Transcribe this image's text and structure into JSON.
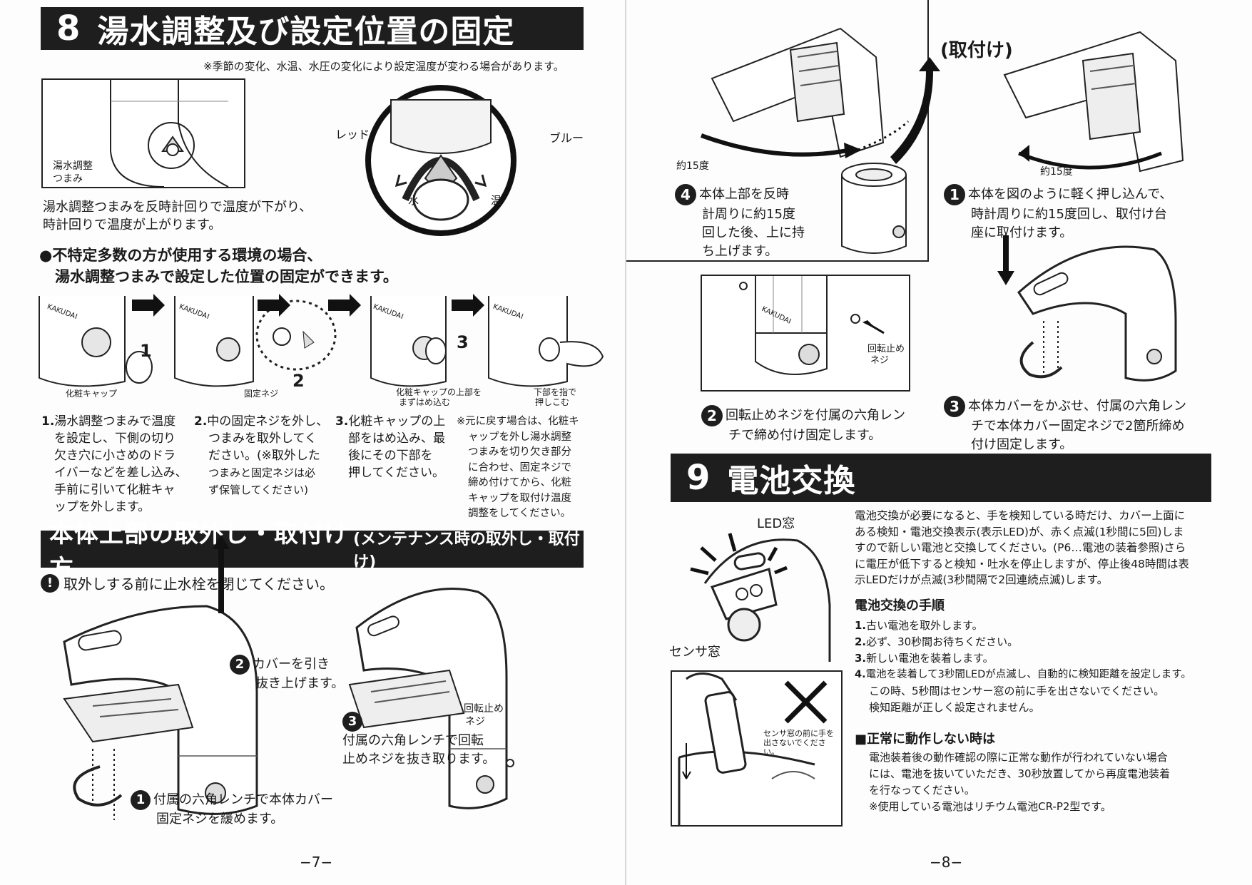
{
  "left": {
    "section8": {
      "number": "8",
      "title": "湯水調整及び設定位置の固定",
      "note": "※季節の変化、水温、水圧の変化により設定温度が変わる場合があります。",
      "knob_label_1": "湯水調整",
      "knob_label_2": "つまみ",
      "red_label": "レッド",
      "blue_label": "ブルー",
      "water_label": "水",
      "hot_label": "温",
      "desc_line1": "湯水調整つまみを反時計回りで温度が下がり、",
      "desc_line2": "時計回りで温度が上がります。",
      "bullet_line1": "●不特定多数の方が使用する環境の場合、",
      "bullet_line2": "湯水調整つまみで設定した位置の固定ができます。",
      "brand": "KAKUDAI",
      "fig_labels": {
        "cap": "化粧キャップ",
        "screw": "固定ネジ",
        "cap_top_1": "化粧キャップの上部を",
        "cap_top_2": "まずはめ込む",
        "press_1": "下部を指で",
        "press_2": "押しこむ",
        "n1": "1",
        "n2": "2",
        "n3": "3"
      },
      "steps": [
        {
          "num": "1.",
          "lines": [
            "湯水調整つまみで温度",
            "を設定し、下側の切り",
            "欠き穴に小さめのドラ",
            "イバーなどを差し込み、",
            "手前に引いて化粧キャ",
            "ップを外します。"
          ]
        },
        {
          "num": "2.",
          "lines": [
            "中の固定ネジを外し、",
            "つまみを取外してく",
            "ださい。(※取外した",
            "つまみと固定ネジは必",
            "ず保管してください)"
          ]
        },
        {
          "num": "3.",
          "lines": [
            "化粧キャップの上",
            "部をはめ込み、最",
            "後にその下部を",
            "押してください。"
          ]
        }
      ],
      "restore_note": [
        "※元に戻す場合は、化粧キ",
        "ャップを外し湯水調整",
        "つまみを切り欠き部分",
        "に合わせ、固定ネジで",
        "締め付けてから、化粧",
        "キャップを取付け温度",
        "調整をしてください。"
      ]
    },
    "removal": {
      "title": "本体上部の取外し・取付け方",
      "subtitle": "(メンテナンス時の取外し・取付け)",
      "warning_icon": "!",
      "warning": "取外しする前に止水栓を閉じてください。",
      "step1_num": "1",
      "step1_line1": "付属の六角レンチで本体カバー",
      "step1_line2": "固定ネジを緩めます。",
      "step2_num": "2",
      "step2_line1": "カバーを引き",
      "step2_line2": "抜き上げます。",
      "step3_num": "3",
      "step3_line1": "付属の六角レンチで回転",
      "step3_line2": "止めネジを抜き取ります。",
      "screw_label_1": "回転止め",
      "screw_label_2": "ネジ"
    },
    "page_number": "−7−"
  },
  "right": {
    "install": {
      "heading": "(取付け)",
      "angle_label": "約15度",
      "step4_num": "4",
      "step4_lines": [
        "本体上部を反時",
        "計周りに約15度",
        "回した後、上に持",
        "ち上げます。"
      ],
      "step1_num": "1",
      "step1_lines": [
        "本体を図のように軽く押し込んで、",
        "時計周りに約15度回し、取付け台",
        "座に取付けます。"
      ],
      "step2_num": "2",
      "step2_lines": [
        "回転止めネジを付属の六角レン",
        "チで締め付け固定します。"
      ],
      "step3_num": "3",
      "step3_lines": [
        "本体カバーをかぶせ、付属の六角レン",
        "チで本体カバー固定ネジで2箇所締め",
        "付け固定します。"
      ],
      "screw_label_1": "回転止め",
      "screw_label_2": "ネジ",
      "brand": "KAKUDAI"
    },
    "section9": {
      "number": "9",
      "title": "電池交換",
      "led_label": "LED窓",
      "sensor_label": "センサ窓",
      "no_hand_1": "センサ窓の前に手を",
      "no_hand_2": "出さないでください。",
      "intro": [
        "電池交換が必要になると、手を検知している時だけ、カバー上面に",
        "ある検知・電池交換表示(表示LED)が、赤く点滅(1秒間に5回)しま",
        "すので新しい電池と交換してください。(P6…電池の装着参照)さら",
        "に電圧が低下すると検知・吐水を停止しますが、停止後48時間は表",
        "示LEDだけが点滅(3秒間隔で2回連続点滅)します。"
      ],
      "procedure_title": "電池交換の手順",
      "procedure": [
        {
          "num": "1.",
          "text": "古い電池を取外します。"
        },
        {
          "num": "2.",
          "text": "必ず、30秒間お待ちください。"
        },
        {
          "num": "3.",
          "text": "新しい電池を装着します。"
        },
        {
          "num": "4.",
          "text": "電池を装着して3秒間LEDが点滅し、自動的に検知距離を設定します。"
        }
      ],
      "procedure_sub": [
        "この時、5秒間はセンサー窓の前に手を出さないでください。",
        "検知距離が正しく設定されません。"
      ],
      "trouble_title": "■正常に動作しない時は",
      "trouble": [
        "電池装着後の動作確認の際に正常な動作が行われていない場合",
        "には、電池を抜いていただき、30秒放置してから再度電池装着",
        "を行なってください。"
      ],
      "battery_note": "※使用している電池はリチウム電池CR-P2型です。"
    },
    "page_number": "−8−"
  }
}
